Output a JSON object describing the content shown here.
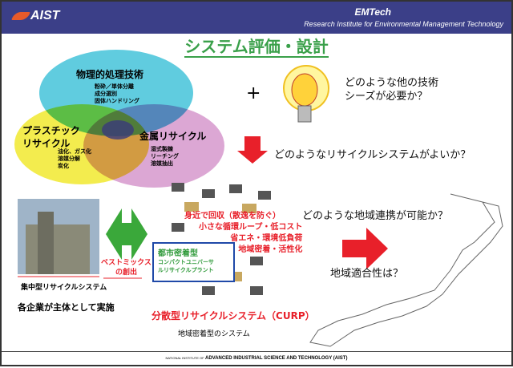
{
  "header": {
    "logo": "AIST",
    "app": "EMTech",
    "institute": "Research Institute for Environmental Management Technology"
  },
  "title": "システム評価・設計",
  "venn": {
    "physical": {
      "title": "物理的処理技術",
      "items": [
        "粉砕／単体分離",
        "成分選別",
        "固体ハンドリング"
      ]
    },
    "plastic": {
      "title1": "プラスチック",
      "title2": "リサイクル",
      "items": [
        "油化、ガス化",
        "溶媒分解",
        "炭化"
      ]
    },
    "metal": {
      "title": "金属リサイクル",
      "items": [
        "湿式製錬",
        "リーチング",
        "溶媒抽出"
      ]
    }
  },
  "plus": "+",
  "q_tech": [
    "どのような他の技術",
    "シーズが必要か？"
  ],
  "q_system": "どのようなリサイクルシステムがよいか？",
  "central": {
    "line1": "集中型リサイクルシステム",
    "line2": "各企業が主体として実施"
  },
  "bestmix": [
    "ベストミックス",
    "の創出"
  ],
  "benefits": [
    "身近で回収（散逸を防ぐ）",
    "小さな循環ループ・低コスト",
    "省エネ・環境低負荷",
    "地域密着・活性化"
  ],
  "urban_box": [
    "都市密着型",
    "コンパクトユニバーサ",
    "ルリサイクルプラント"
  ],
  "curp": "分散型リサイクルシステム（CURP）",
  "curp_sub": "地域密着型のシステム",
  "q_region": "どのような地域連携が可能か？",
  "q_fit": "地域適合性は？",
  "footer": {
    "small": "NATIONAL INSTITUTE OF",
    "main": "ADVANCED INDUSTRIAL SCIENCE AND TECHNOLOGY (AIST)"
  }
}
